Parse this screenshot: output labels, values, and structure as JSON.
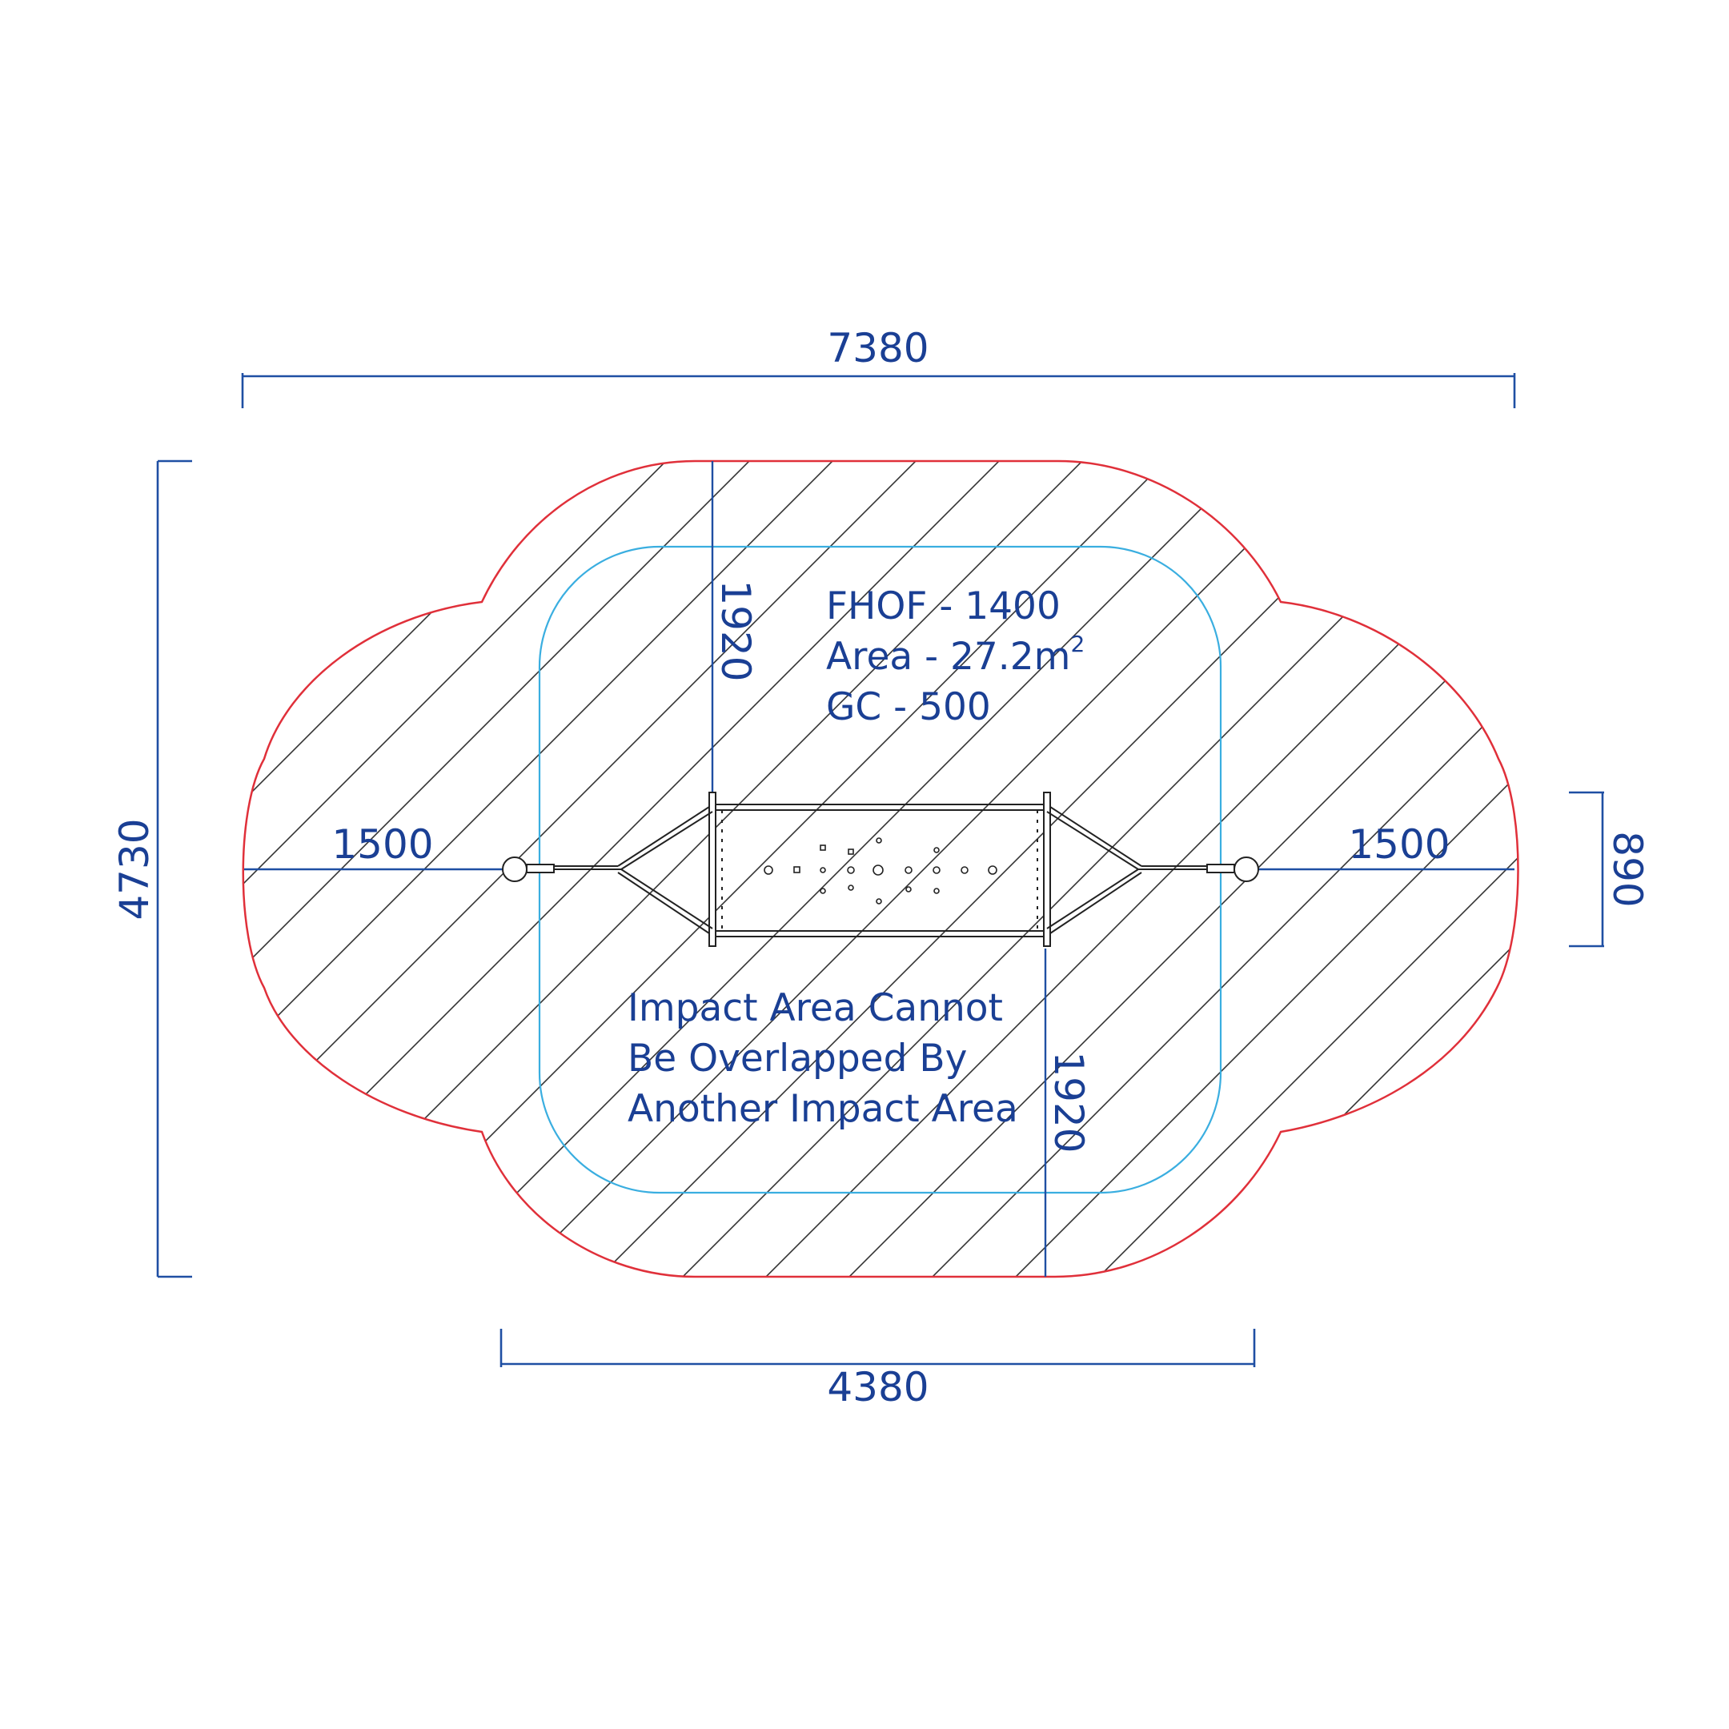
{
  "dimensions": {
    "overall_width": "7380",
    "overall_depth": "4730",
    "bottom_width": "4380",
    "right_height": "890",
    "left_clearance": "1500",
    "right_clearance": "1500",
    "top_clearance": "1920",
    "bottom_clearance": "1920"
  },
  "notes": {
    "fhof": "FHOF - 1400",
    "area_prefix": "Area - 27.2m",
    "area_superscript": "2",
    "gc": "GC - 500",
    "impact_line1": "Impact Area Cannot",
    "impact_line2": "Be Overlapped By",
    "impact_line3": "Another Impact Area"
  },
  "colors": {
    "dimension_line": "#1f4fa3",
    "text": "#1a3f94",
    "impact_outline": "#e0303a",
    "free_space_outline": "#3aaee0",
    "hatch": "#333333",
    "equipment": "#222222"
  }
}
